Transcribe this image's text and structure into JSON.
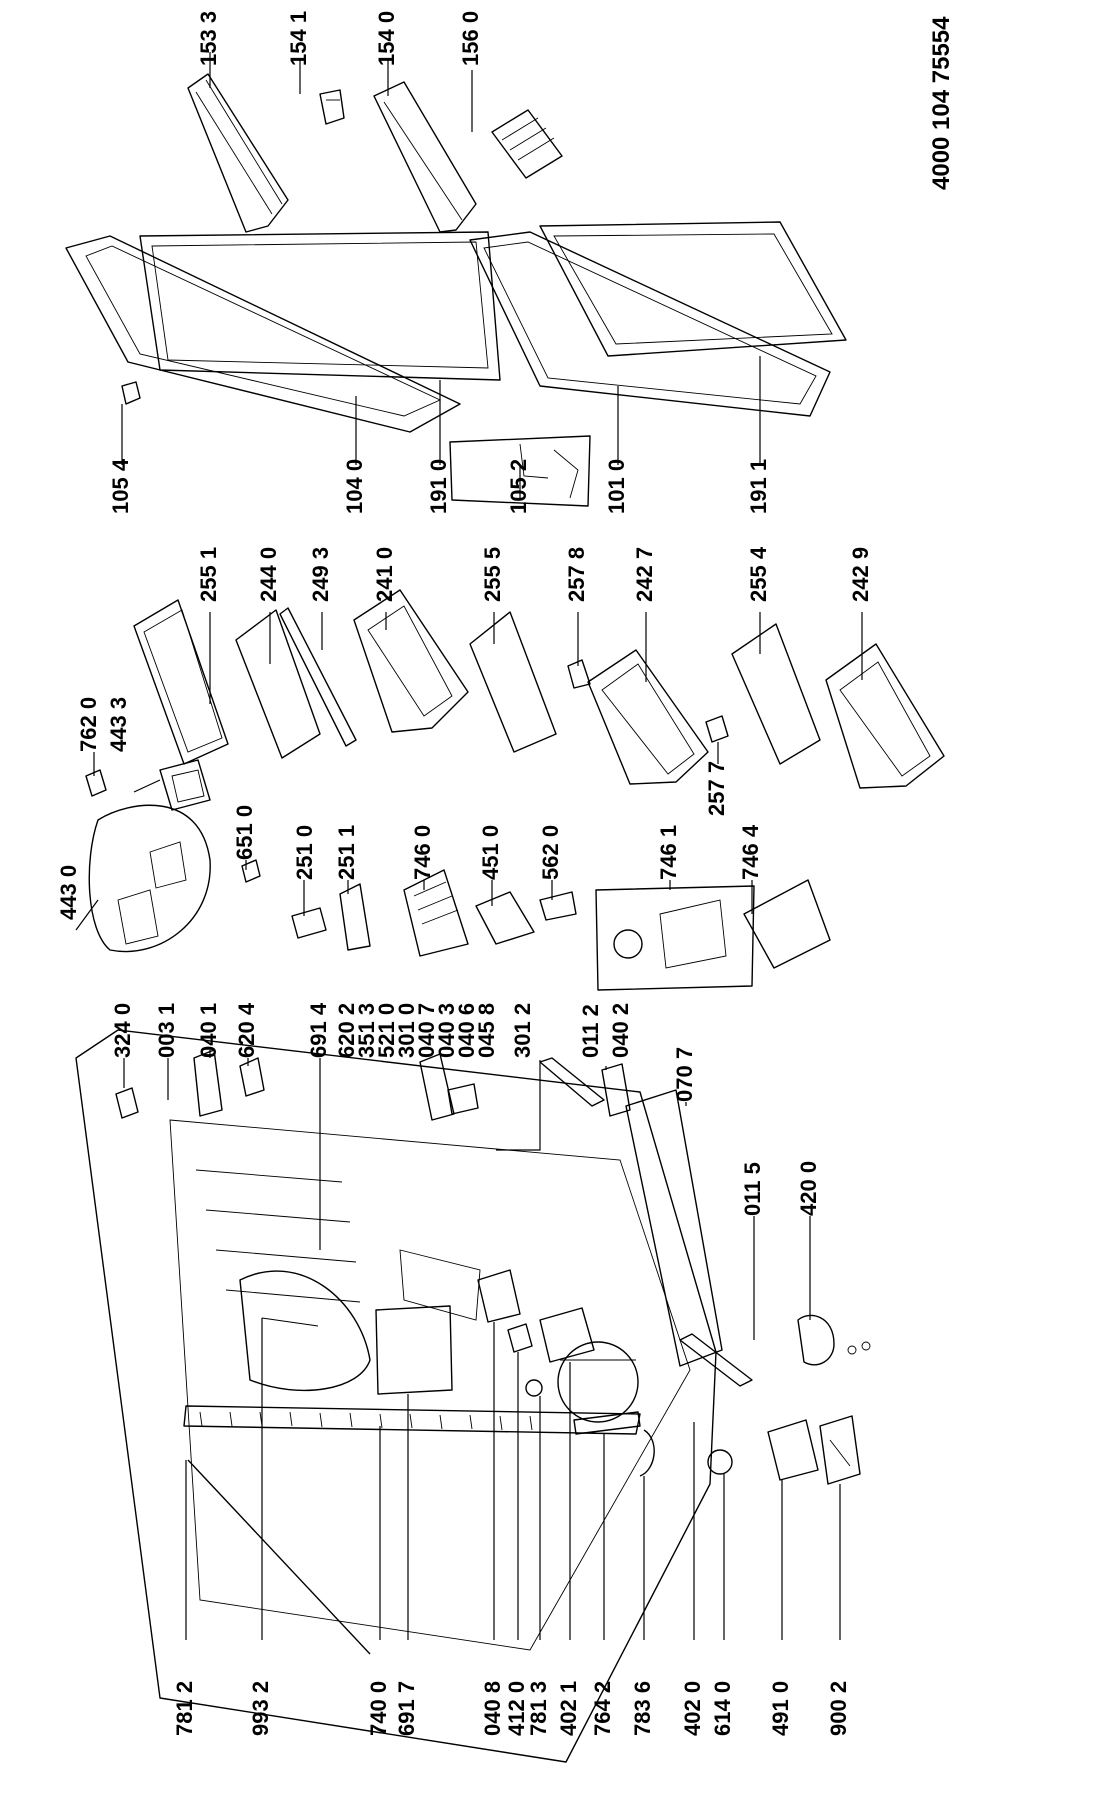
{
  "document_number": "4000 104 75554",
  "part_labels": [
    "153 3",
    "154 1",
    "154 0",
    "156 0",
    "105 4",
    "104 0",
    "191 0",
    "105 2",
    "101 0",
    "191 1",
    "255 1",
    "244 0",
    "249 3",
    "241 0",
    "255 5",
    "257 8",
    "242 7",
    "255 4",
    "242 9",
    "762 0",
    "443 3",
    "257 7",
    "443 0",
    "651 0",
    "251 0",
    "251 1",
    "746 0",
    "451 0",
    "562 0",
    "746 1",
    "746 4",
    "324 0",
    "003 1",
    "040 1",
    "620 4",
    "691 4",
    "620 2",
    "351 3",
    "521 0",
    "301 0",
    "040 7",
    "040 3",
    "040 6",
    "045 8",
    "301 2",
    "011 2",
    "040 2",
    "070 7",
    "011 5",
    "420 0",
    "781 2",
    "993 2",
    "740 0",
    "691 7",
    "040 8",
    "412 0",
    "781 3",
    "402 1",
    "764 2",
    "783 6",
    "402 0",
    "614 0",
    "491 0",
    "900 2"
  ]
}
